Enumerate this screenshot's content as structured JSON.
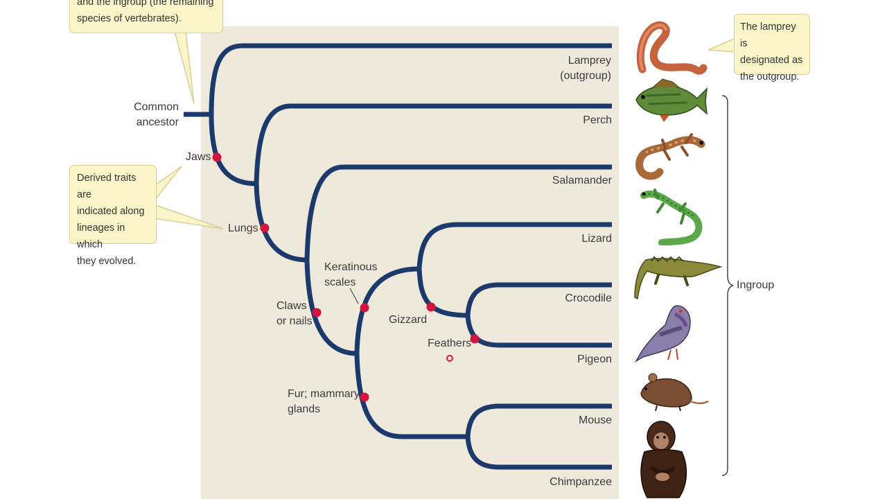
{
  "callouts": {
    "top_line1": "and the ingroup (the remaining",
    "top_line2": "species of vertebrates).",
    "derived_line1": "Derived traits are",
    "derived_line2": "indicated along",
    "derived_line3": "lineages in which",
    "derived_line4": "they evolved.",
    "lamprey_line1": "The lamprey is",
    "lamprey_line2": "designated as",
    "lamprey_line3": "the outgroup."
  },
  "root_label": {
    "line1": "Common",
    "line2": "ancestor"
  },
  "taxa": [
    {
      "line1": "Lamprey",
      "line2": "(outgroup)"
    },
    {
      "line1": "Perch"
    },
    {
      "line1": "Salamander"
    },
    {
      "line1": "Lizard"
    },
    {
      "line1": "Crocodile"
    },
    {
      "line1": "Pigeon"
    },
    {
      "line1": "Mouse"
    },
    {
      "line1": "Chimpanzee"
    }
  ],
  "traits": {
    "jaws": "Jaws",
    "lungs": "Lungs",
    "claws_line1": "Claws",
    "claws_line2": "or nails",
    "keratin_line1": "Keratinous",
    "keratin_line2": "scales",
    "gizzard": "Gizzard",
    "feathers": "Feathers",
    "fur_line1": "Fur; mammary",
    "fur_line2": "glands"
  },
  "ingroup_label": "Ingroup",
  "animal_icons": [
    "lamprey-icon",
    "perch-icon",
    "salamander-icon",
    "lizard-icon",
    "crocodile-icon",
    "pigeon-icon",
    "mouse-icon",
    "chimpanzee-icon"
  ],
  "colors": {
    "branch": "#1b3a6b",
    "trait_marker": "#d3143e",
    "panel": "#efe9dc",
    "callout_fill": "#fbf5c9"
  }
}
